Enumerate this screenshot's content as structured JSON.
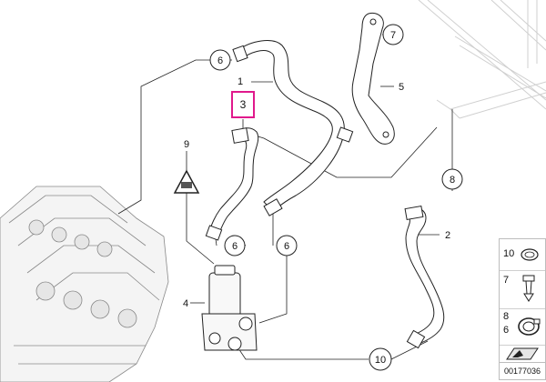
{
  "diagram": {
    "callouts": {
      "c7": "7",
      "c6_top": "6",
      "c1": "1",
      "c5": "5",
      "c3": "3",
      "c9": "9",
      "c8": "8",
      "c2": "2",
      "c6_left": "6",
      "c6_right": "6",
      "c4": "4",
      "c10": "10"
    },
    "legend": {
      "row1": "10",
      "row2": "7",
      "row3a": "8",
      "row3b": "6"
    },
    "reference": "00177036",
    "highlight_color": "#e0198c"
  }
}
